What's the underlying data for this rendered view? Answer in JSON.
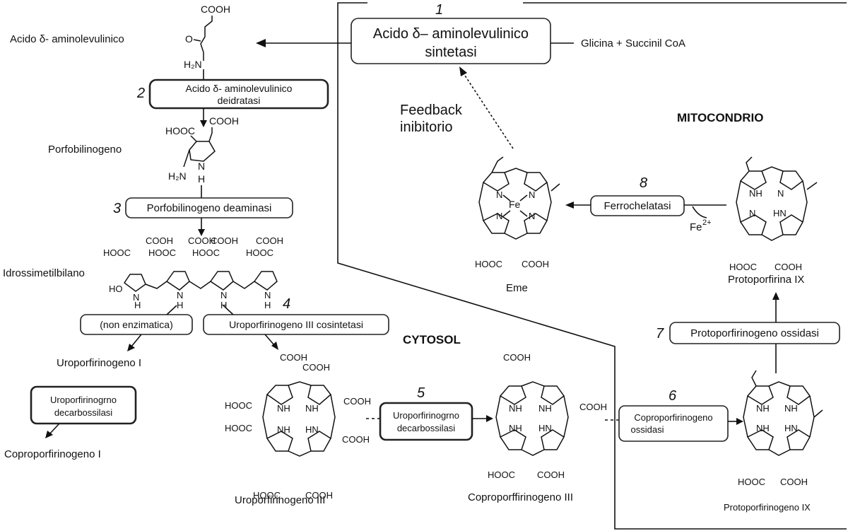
{
  "regions": {
    "mitochondrion": "MITOCONDRIO",
    "cytosol": "CYTOSOL"
  },
  "enzymes": [
    {
      "number": "1",
      "line1": "Acido δ– aminolevulinico",
      "line2": "sintetasi"
    },
    {
      "number": "2",
      "line1": "Acido δ- aminolevulinico",
      "line2": "deidratasi"
    },
    {
      "number": "3",
      "line1": "Porfobilinogeno deaminasi",
      "line2": ""
    },
    {
      "number": "4",
      "line1": "Uroporfirinogeno III cosintetasi",
      "line2": ""
    },
    {
      "number": "5",
      "line1": "Uroporfirinogrno",
      "line2": "decarbossilasi"
    },
    {
      "number": "6",
      "line1": "Coproporfirinogeno",
      "line2": "ossidasi"
    },
    {
      "number": "7",
      "line1": "Protoporfirinogeno ossidasi",
      "line2": ""
    },
    {
      "number": "8",
      "line1": "Ferrochelatasi",
      "line2": ""
    }
  ],
  "side_enzymes": {
    "non_enzymatic": "(non enzimatica)",
    "uro_decarb_line1": "Uroporfirinogrno",
    "uro_decarb_line2": "decarbossilasi"
  },
  "substrates": {
    "glycine_succinyl": "Glicina + Succinil CoA",
    "fe": "Fe",
    "fe_charge": "2+"
  },
  "compounds": {
    "ala": "Acido δ- aminolevulinico",
    "pbg": "Porfobilinogeno",
    "hmb": "Idrossimetilbilano",
    "uro1": "Uroporfirinogeno I",
    "copro1": "Coproporfirinogeno I",
    "uro3": "Uroporfirinogeno III",
    "copro3": "Coproporffirinogeno III",
    "proto_gen": "Protoporfirinogeno IX",
    "proto": "Protoporfirina IX",
    "heme": "Eme"
  },
  "feedback": {
    "line1": "Feedback",
    "line2": "inibitorio"
  },
  "atoms": {
    "cooh": "COOH",
    "hooc": "HOOC",
    "o": "O",
    "h2n": "H₂N",
    "n": "N",
    "h": "H",
    "nh": "NH",
    "hn": "HN",
    "ho": "HO",
    "fe": "Fe"
  }
}
